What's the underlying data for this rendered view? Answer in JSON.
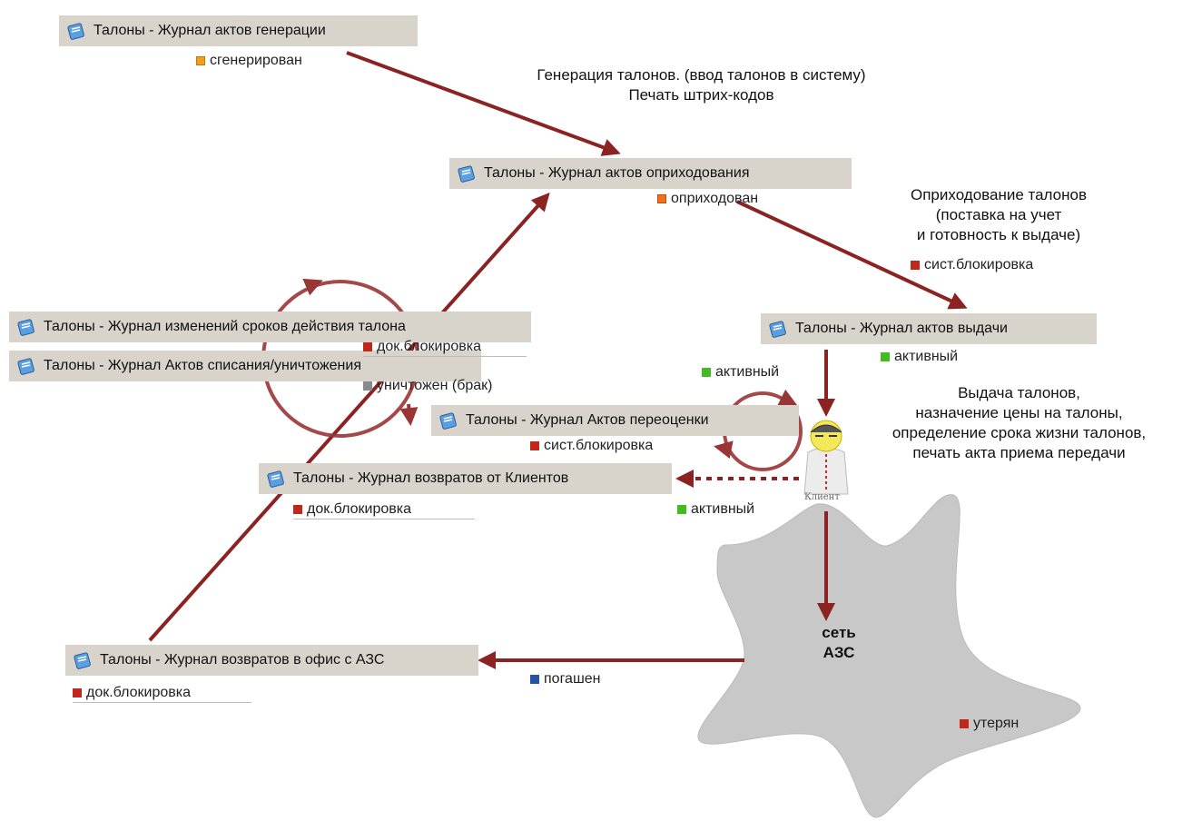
{
  "nodes": {
    "generation": "Талоны - Журнал актов генерации",
    "receipt": "Талоны - Журнал актов оприходования",
    "issue": "Талоны - Журнал актов выдачи",
    "validity": "Талоны - Журнал изменений сроков действия талона",
    "writeoff": "Талоны - Журнал Актов списания/уничтожения",
    "revaluation": "Талоны - Журнал Актов переоценки",
    "client_returns": "Талоны - Журнал возвратов от Клиентов",
    "office_returns": "Талоны - Журнал возвратов в офис с АЗС"
  },
  "statuses": {
    "generated": "сгенерирован",
    "received": "оприходован",
    "sys_block_1": "сист.блокировка",
    "active_issue": "активный",
    "doc_block_validity": "док.блокировка",
    "destroyed": "уничтожен (брак)",
    "active_loop": "активный",
    "sys_block_reval": "сист.блокировка",
    "doc_block_client": "док.блокировка",
    "active_client": "активный",
    "redeemed": "погашен",
    "doc_block_office": "док.блокировка",
    "lost": "утерян"
  },
  "captions": {
    "generation_line1": "Генерация талонов. (ввод талонов в систему)",
    "generation_line2": "Печать штрих-кодов",
    "receipt_line1": "Оприходование талонов",
    "receipt_line2": "(поставка на учет",
    "receipt_line3": "и готовность к выдаче)",
    "issue_line1": "Выдача талонов,",
    "issue_line2": "назначение цены на талоны,",
    "issue_line3": "определение срока жизни талонов,",
    "issue_line4": "печать акта приема передачи"
  },
  "client_label": "Клиент",
  "station_line1": "сеть",
  "station_line2": "АЗС",
  "colors": {
    "arrow": "#8b2323",
    "loop": "#9a3535",
    "node_bg": "#d8d3cb",
    "star": "#c8c8c8",
    "status_orange": "#f0a020",
    "status_red": "#c0281c",
    "status_green": "#44bb22",
    "status_gray": "#8a8a8a",
    "status_blue": "#2255aa"
  },
  "icons": {
    "journal": "journal-book-icon",
    "client": "client-person-icon"
  }
}
